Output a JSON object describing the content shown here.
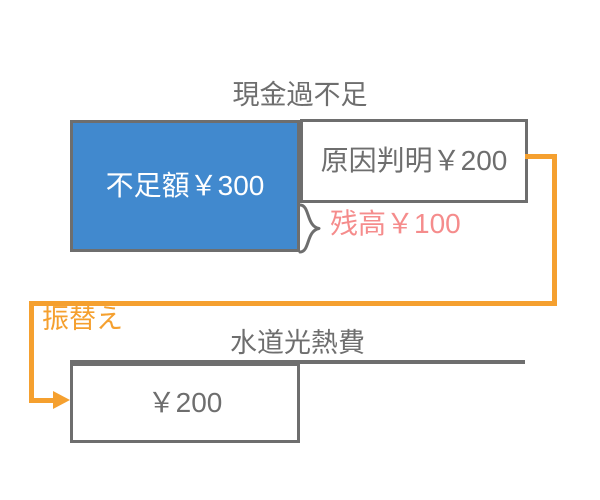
{
  "diagram": {
    "accounts": [
      {
        "id": "cash-over-short",
        "title": "現金過不足",
        "debit_entry": "不足額￥300",
        "credit_entry": "原因判明￥200",
        "balance_label": "残高￥100"
      },
      {
        "id": "utilities-expense",
        "title": "水道光熱費",
        "debit_entry": "￥200"
      }
    ],
    "connector": {
      "label": "振替え"
    },
    "colors": {
      "blue_fill": "#4189ce",
      "gray_line": "#6e6e6e",
      "orange_accent": "#f5a02f",
      "pink_text": "#f58c8c",
      "white": "#ffffff"
    }
  }
}
